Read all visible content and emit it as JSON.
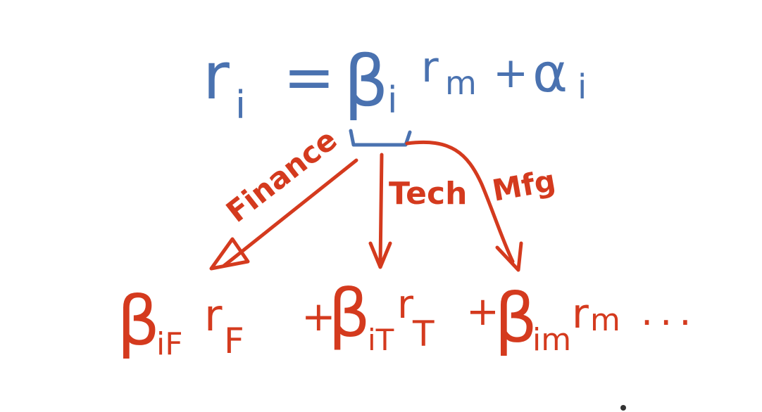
{
  "colors": {
    "blue_ink": "#4a72b0",
    "red_ink": "#d43a1e",
    "background": "#ffffff"
  },
  "equation": {
    "lhs_symbol": "r",
    "lhs_subscript": "i",
    "equals": "=",
    "beta_symbol": "β",
    "beta_subscript": "i",
    "market_symbol": "r",
    "market_subscript": "m",
    "plus": "+",
    "alpha_symbol": "α",
    "alpha_subscript": "i"
  },
  "branches": [
    {
      "label": "Finance"
    },
    {
      "label": "Tech"
    },
    {
      "label": "Mfg"
    }
  ],
  "decomposition": {
    "term1": {
      "beta": "β",
      "beta_sub": "iF",
      "r": "r",
      "r_sub": "F"
    },
    "plus1": "+",
    "term2": {
      "beta": "β",
      "beta_sub": "iT",
      "r": "r",
      "r_sub": "T"
    },
    "plus2": "+",
    "term3": {
      "beta": "β",
      "beta_sub": "im",
      "r": "r",
      "r_sub": "m"
    },
    "ellipsis": "..."
  }
}
